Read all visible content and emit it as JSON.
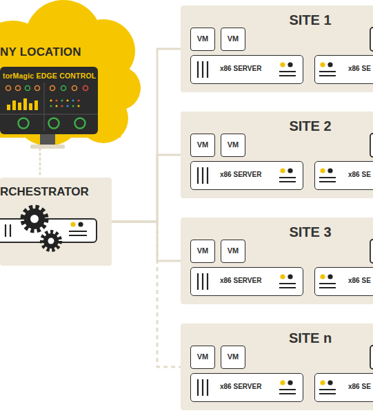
{
  "diagram": {
    "nodes": [
      {
        "text": [
          "NY LOCATION"
        ]
      },
      {
        "text": [
          "torMagic EDGE CONTROL"
        ],
        "in": 0
      },
      {
        "text": [
          "RCHESTRATOR"
        ]
      },
      {
        "text": [
          "SITE 1"
        ]
      },
      {
        "text": [
          "VM"
        ],
        "in": 3
      },
      {
        "text": [
          "VM"
        ],
        "in": 3
      },
      {
        "text": [
          "x86 SERVER"
        ],
        "in": 3
      },
      {
        "text": [
          "x86 SE"
        ],
        "in": 3
      },
      {
        "text": [
          "SITE 2"
        ]
      },
      {
        "text": [
          "VM"
        ],
        "in": 8
      },
      {
        "text": [
          "VM"
        ],
        "in": 8
      },
      {
        "text": [
          "x86 SERVER"
        ],
        "in": 8
      },
      {
        "text": [
          "x86 SE"
        ],
        "in": 8
      },
      {
        "text": [
          "SITE 3"
        ]
      },
      {
        "text": [
          "VM"
        ],
        "in": 13
      },
      {
        "text": [
          "VM"
        ],
        "in": 13
      },
      {
        "text": [
          "x86 SERVER"
        ],
        "in": 13
      },
      {
        "text": [
          "x86 SE"
        ],
        "in": 13
      },
      {
        "text": [
          "SITE n"
        ]
      },
      {
        "text": [
          "VM"
        ],
        "in": 18
      },
      {
        "text": [
          "VM"
        ],
        "in": 18
      },
      {
        "text": [
          "x86 SERVER"
        ],
        "in": 18
      },
      {
        "text": [
          "x86 SE"
        ],
        "in": 18
      }
    ],
    "edges": [
      {
        "from": 1,
        "to": 2,
        "arrow": "none"
      },
      {
        "from": 2,
        "to": 3,
        "arrow": "none"
      },
      {
        "from": 2,
        "to": 8,
        "arrow": "none"
      },
      {
        "from": 2,
        "to": 13,
        "arrow": "none"
      },
      {
        "from": 2,
        "to": 18,
        "arrow": "none"
      }
    ]
  }
}
